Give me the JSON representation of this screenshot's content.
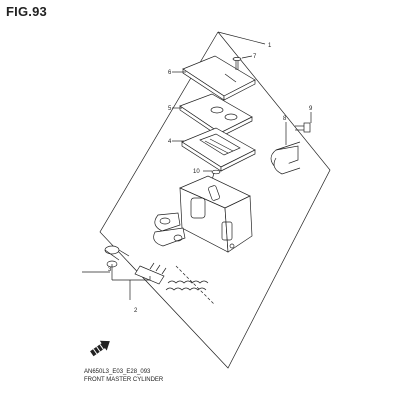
{
  "figure": {
    "title": "FIG.93"
  },
  "callouts": {
    "c1": "1",
    "c2": "2",
    "c3": "3",
    "c4": "4",
    "c5": "5",
    "c6": "6",
    "c7": "7",
    "c8": "8",
    "c9": "9",
    "c10": "10"
  },
  "footer": {
    "code": "AN650L3_E03_E28_093",
    "name": "FRONT MASTER CYLINDER"
  },
  "icons": {
    "front_arrow": "front-direction-arrow-icon"
  },
  "colors": {
    "line": "#222222",
    "background": "#ffffff"
  }
}
